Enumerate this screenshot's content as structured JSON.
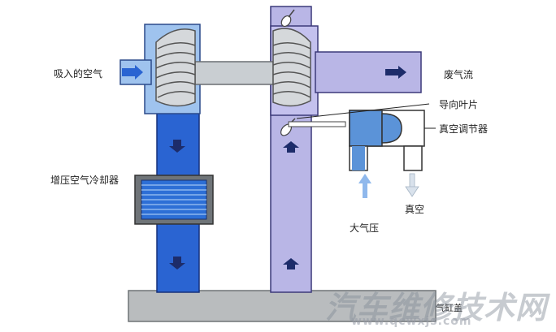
{
  "labels": {
    "intake_air": "吸入的空气",
    "exhaust_flow": "废气流",
    "guide_vane": "导向叶片",
    "vacuum_regulator": "真空调节器",
    "intercooler": "增压空气冷却器",
    "atmospheric_pressure": "大气压",
    "vacuum": "真空",
    "cylinder": "气缸盖"
  },
  "watermark": {
    "text": "汽车维修技术网",
    "url": "www.qcwxjs.com"
  },
  "colors": {
    "intake_duct": "#2a64d2",
    "exhaust_duct": "#b9b6e6",
    "housing": "#9fc3ee",
    "shaft": "#c9ced2",
    "engine_block": "#b9bcbe",
    "intercooler_core": "#2d6fd6",
    "arrow_dark": "#1d2c6a",
    "regulator": "#5b93d8"
  }
}
